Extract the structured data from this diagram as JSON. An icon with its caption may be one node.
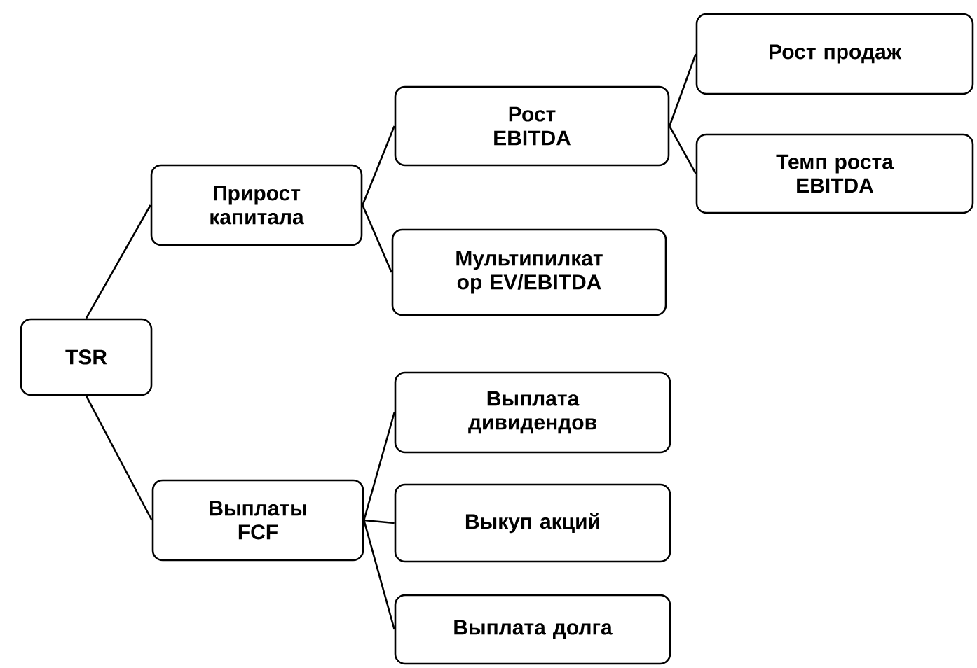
{
  "diagram": {
    "nodes": [
      {
        "text": [
          "TSR"
        ]
      },
      {
        "text": [
          "Прирост капитала"
        ]
      },
      {
        "text": [
          "Рост EBITDA"
        ]
      },
      {
        "text": [
          "Рост продаж"
        ]
      },
      {
        "text": [
          "Темп роста EBITDA"
        ]
      },
      {
        "text": [
          "Мультипилкат ор EV/EBITDA"
        ]
      },
      {
        "text": [
          "Выплаты FCF"
        ]
      },
      {
        "text": [
          "Выплата дивидендов"
        ]
      },
      {
        "text": [
          "Выкуп акций"
        ]
      },
      {
        "text": [
          "Выплата долга"
        ]
      }
    ],
    "edges": [
      {
        "from": 0,
        "to": 1,
        "arrow": "none"
      },
      {
        "from": 0,
        "to": 6,
        "arrow": "none"
      },
      {
        "from": 1,
        "to": 2,
        "arrow": "none"
      },
      {
        "from": 1,
        "to": 5,
        "arrow": "none"
      },
      {
        "from": 2,
        "to": 3,
        "arrow": "none"
      },
      {
        "from": 2,
        "to": 4,
        "arrow": "none"
      },
      {
        "from": 6,
        "to": 7,
        "arrow": "none"
      },
      {
        "from": 6,
        "to": 8,
        "arrow": "none"
      },
      {
        "from": 6,
        "to": 9,
        "arrow": "none"
      }
    ]
  }
}
